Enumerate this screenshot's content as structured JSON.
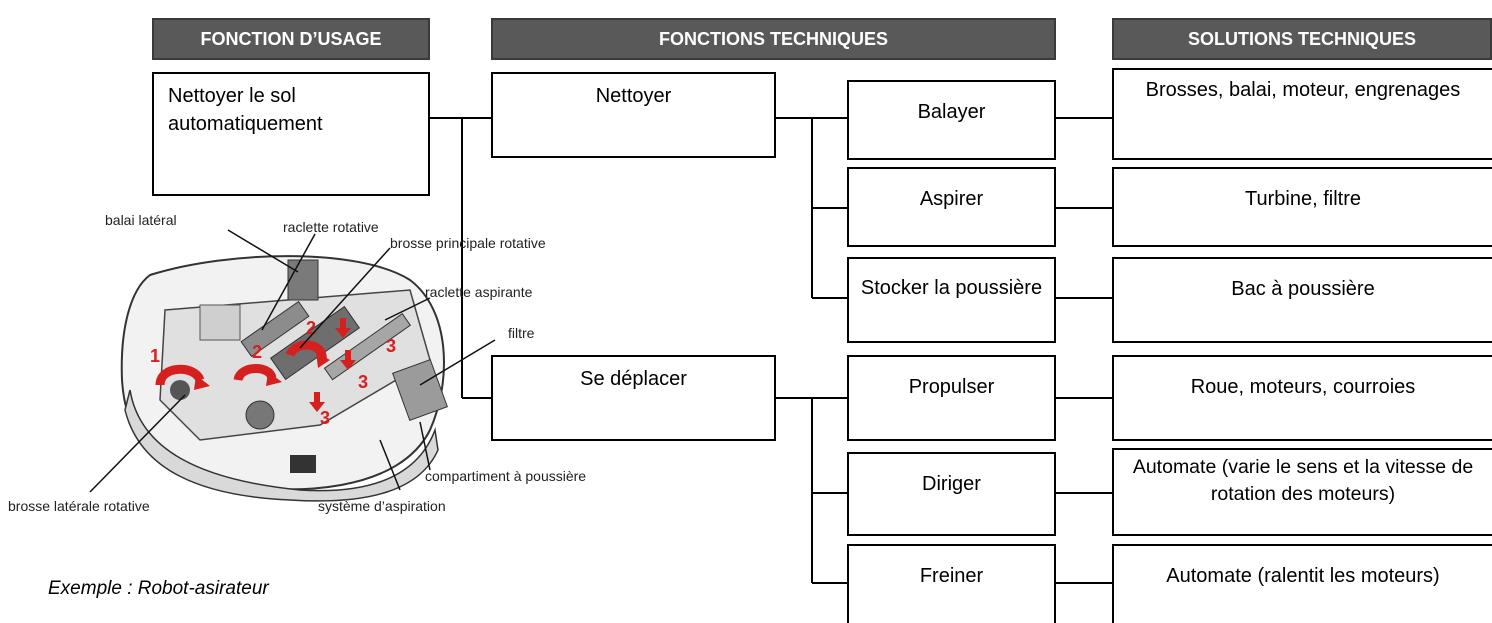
{
  "headers": {
    "usage": "FONCTION D’USAGE",
    "techniques": "FONCTIONS TECHNIQUES",
    "solutions": "SOLUTIONS TECHNIQUES"
  },
  "usage_box": "Nettoyer le sol automatiquement",
  "level1": {
    "nettoyer": "Nettoyer",
    "deplacer": "Se déplacer"
  },
  "level2": {
    "balayer": "Balayer",
    "aspirer": "Aspirer",
    "stocker": "Stocker la poussière",
    "propulser": "Propulser",
    "diriger": "Diriger",
    "freiner": "Freiner"
  },
  "solutions": {
    "balayer": "Brosses, balai, moteur, engrenages",
    "aspirer": "Turbine, filtre",
    "stocker": "Bac à poussière",
    "propulser": "Roue, moteurs, courroies",
    "diriger": "Automate (varie le sens et la vitesse de rotation des moteurs)",
    "freiner": "Automate (ralentit les moteurs)"
  },
  "robot_labels": {
    "balai_lateral": "balai latéral",
    "raclette_rotative": "raclette rotative",
    "brosse_principale": "brosse principale rotative",
    "raclette_aspirante": "raclette aspirante",
    "filtre": "filtre",
    "compartiment": "compartiment à poussière",
    "systeme_aspiration": "système d’aspiration",
    "brosse_laterale": "brosse latérale rotative"
  },
  "robot_numbers": [
    "1",
    "2",
    "2",
    "3",
    "3",
    "3"
  ],
  "caption": "Exemple : Robot-asirateur",
  "colors": {
    "header_bg": "#595959",
    "header_text": "#ffffff",
    "arrow_red": "#d61f1f"
  }
}
